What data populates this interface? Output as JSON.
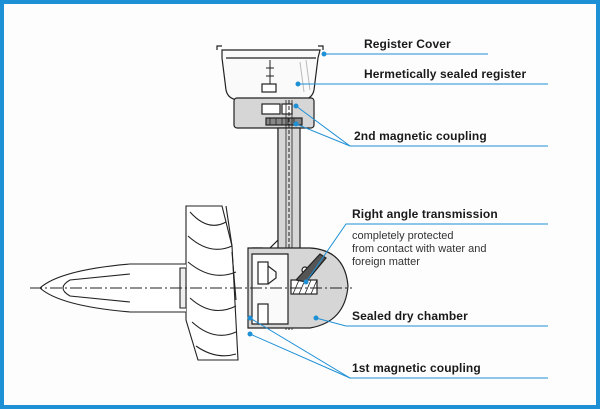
{
  "colors": {
    "frame": "#1e90d6",
    "leader_line": "#1e90d6",
    "housing_fill": "#d6d6d6",
    "outline": "#222222"
  },
  "labels": {
    "register_cover": "Register  Cover",
    "hermetic_register": "Hermetically sealed register",
    "magnetic_coupling_2": "2nd magnetic coupling",
    "right_angle": "Right angle transmission",
    "right_angle_note": [
      "completely protected",
      "from contact with water and",
      "foreign matter"
    ],
    "sealed_chamber": "Sealed dry chamber",
    "magnetic_coupling_1": "1st magnetic coupling"
  }
}
